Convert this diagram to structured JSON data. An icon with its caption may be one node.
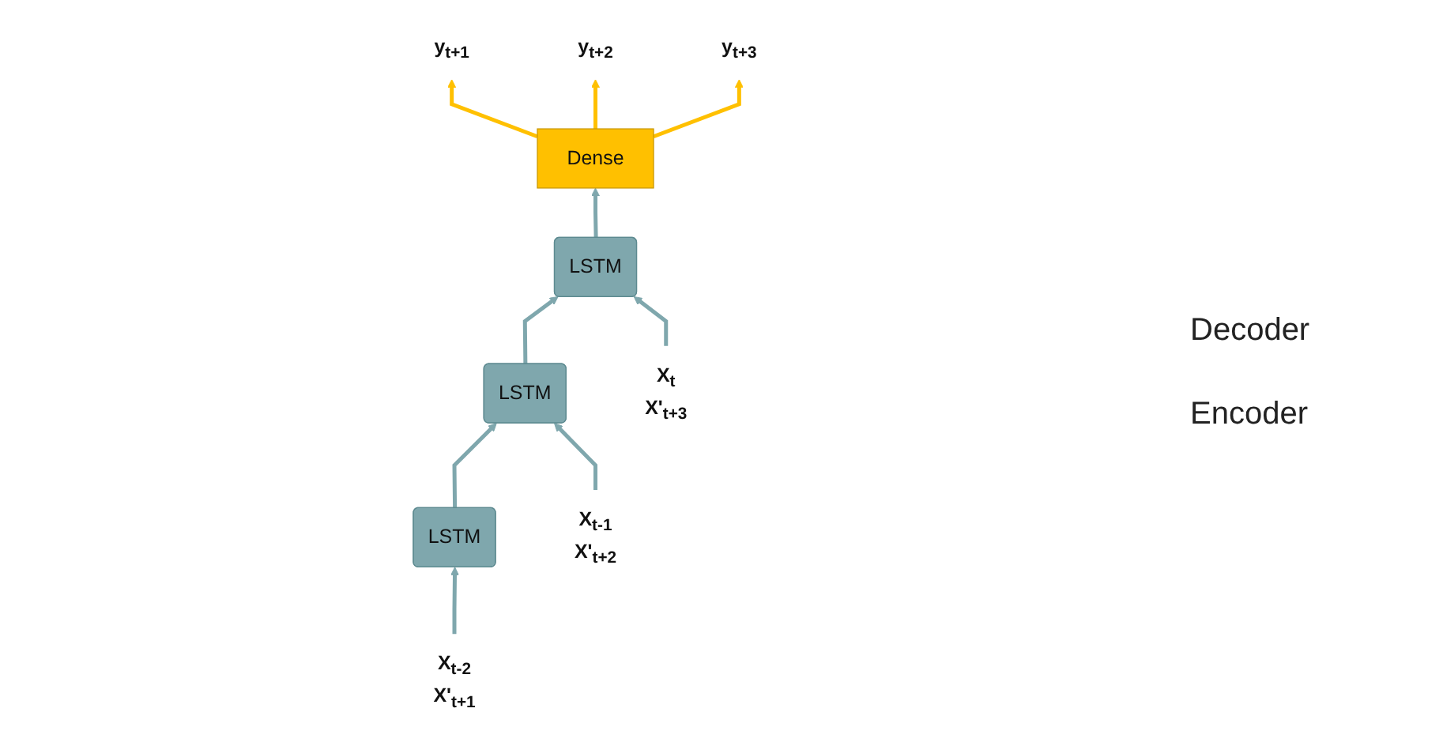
{
  "diagram": {
    "nodes": [
      {
        "text": [
          "LSTM"
        ]
      },
      {
        "text": [
          "LSTM"
        ]
      },
      {
        "text": [
          "LSTM"
        ]
      },
      {
        "text": [
          "X$_{t-2}$",
          "X'$_{t+1}$"
        ]
      },
      {
        "text": [
          "X$_{t-1}$",
          "X'$_{t+2}$"
        ]
      },
      {
        "text": [
          "X$_{t}$",
          "X'$_{t+3}$"
        ]
      },
      {
        "text": [
          "Dense"
        ]
      },
      {
        "text": [
          "y$_{t+1}$"
        ]
      },
      {
        "text": [
          "y$_{t+2}$"
        ]
      },
      {
        "text": [
          "y$_{t+3}$"
        ]
      }
    ],
    "edges": [
      {
        "from": 0,
        "to": 1,
        "arrow": "to"
      },
      {
        "from": 1,
        "to": 2,
        "arrow": "to"
      },
      {
        "from": 3,
        "to": 0,
        "arrow": "to"
      },
      {
        "from": 4,
        "to": 1,
        "arrow": "to"
      },
      {
        "from": 5,
        "to": 2,
        "arrow": "to"
      },
      {
        "from": 2,
        "to": 6,
        "arrow": "to"
      },
      {
        "from": 6,
        "to": 7,
        "arrow": "to",
        "color": "#ffc000"
      },
      {
        "from": 6,
        "to": 8,
        "arrow": "to",
        "color": "#ffc000"
      },
      {
        "from": 6,
        "to": 9,
        "arrow": "to",
        "color": "#ffc000"
      }
    ],
    "labels": [
      "Decoder",
      "Encoder"
    ]
  }
}
